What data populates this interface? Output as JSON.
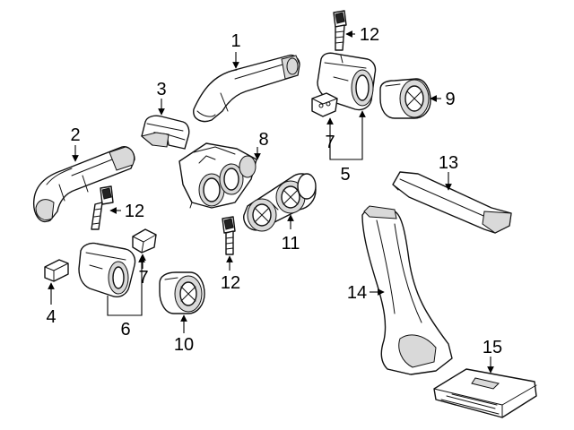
{
  "callouts": {
    "c1": "1",
    "c2": "2",
    "c3": "3",
    "c4": "4",
    "c5": "5",
    "c6": "6",
    "c7a": "7",
    "c7b": "7",
    "c8": "8",
    "c9": "9",
    "c10": "10",
    "c11": "11",
    "c12a": "12",
    "c12b": "12",
    "c12c": "12",
    "c13": "13",
    "c14": "14",
    "c15": "15"
  }
}
